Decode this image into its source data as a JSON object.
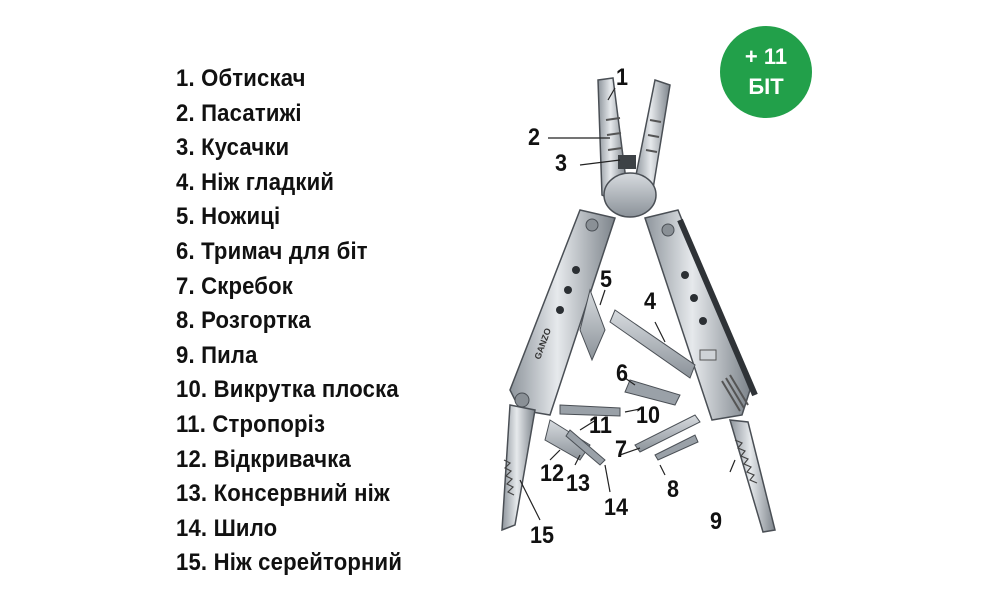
{
  "parts": [
    "1. Обтискач",
    "2. Пасатижі",
    "3. Кусачки",
    "4. Ніж гладкий",
    "5. Ножиці",
    "6. Тримач для біт",
    "7. Скребок",
    "8. Розгортка",
    "9. Пила",
    "10. Викрутка плоска",
    "11. Стропоріз",
    "12. Відкривачка",
    "13. Консервний ніж",
    "14. Шило",
    "15. Ніж серейторний"
  ],
  "badge": {
    "line1": "+ 11",
    "line2": "БІТ",
    "color": "#22a04a"
  },
  "callouts": [
    "1",
    "2",
    "3",
    "4",
    "5",
    "6",
    "7",
    "8",
    "9",
    "10",
    "11",
    "12",
    "13",
    "14",
    "15"
  ],
  "brand": "GANZO"
}
